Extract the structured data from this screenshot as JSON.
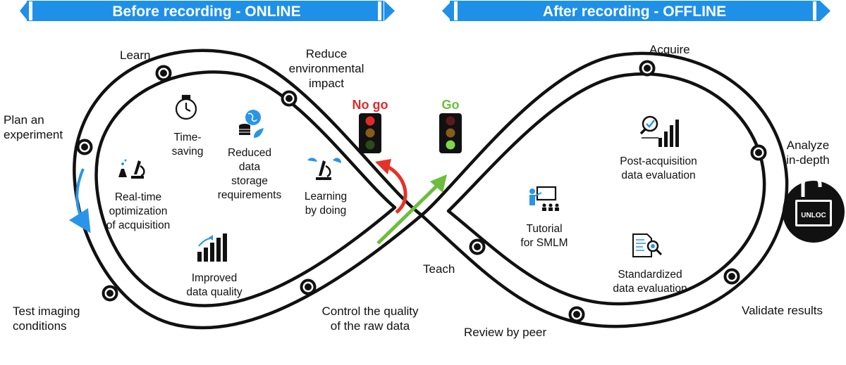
{
  "banners": {
    "online": "Before recording - ONLINE",
    "offline": "After recording - OFFLINE"
  },
  "steps": {
    "learn": "Learn",
    "reduce_impact": [
      "Reduce",
      "environmental",
      "impact"
    ],
    "plan": [
      "Plan an",
      "experiment"
    ],
    "test": [
      "Test imaging",
      "conditions"
    ],
    "control": [
      "Control the quality",
      "of the raw data"
    ],
    "teach": "Teach",
    "review": "Review by peer",
    "acquire": "Acquire",
    "analyze": [
      "Analyze",
      "in-depth"
    ],
    "validate": "Validate results"
  },
  "benefits": {
    "time_saving": [
      "Time-",
      "saving"
    ],
    "reduced_storage": [
      "Reduced",
      "data",
      "storage",
      "requirements"
    ],
    "realtime": [
      "Real-time",
      "optimization",
      "of acquisition"
    ],
    "learning": [
      "Learning",
      "by doing"
    ],
    "improved_quality": [
      "Improved",
      "data quality"
    ],
    "tutorial": [
      "Tutorial",
      "for SMLM"
    ],
    "post_acquisition": [
      "Post-acquisition",
      "data evaluation"
    ],
    "standardized": [
      "Standardized",
      "data evaluation"
    ]
  },
  "lights": {
    "nogo": "No go",
    "go": "Go"
  },
  "unlock_text": "UNLOC",
  "colors": {
    "banner_blue": "#1e90e8",
    "nogo_red": "#e02a2a",
    "go_green": "#6cbe3c",
    "arrow_red": "#e53228",
    "arrow_green": "#6cbe3c",
    "arrow_blue": "#2a95e8",
    "track": "#111111"
  },
  "icons": [
    "stopwatch-icon",
    "globe-database-icon",
    "microscope-flask-icon",
    "microscope-hands-icon",
    "bar-chart-icon",
    "teacher-icon",
    "magnifier-chart-icon",
    "document-magnifier-icon",
    "padlock-unlocked-icon"
  ]
}
